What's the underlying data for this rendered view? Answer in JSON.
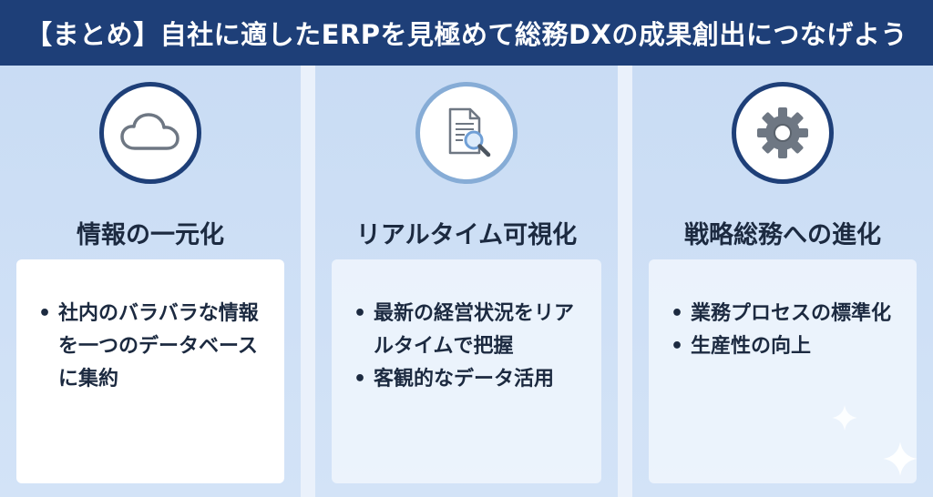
{
  "header": {
    "title": "【まとめ】自社に適したERPを見極めて総務DXの成果創出につなげよう"
  },
  "columns": [
    {
      "icon": "cloud-icon",
      "title": "情報の一元化",
      "bullets": [
        "社内のバラバラな情報を一つのデータベースに集約"
      ]
    },
    {
      "icon": "document-search-icon",
      "title": "リアルタイム可視化",
      "bullets": [
        "最新の経営状況をリアルタイムで把握",
        "客観的なデータ活用"
      ]
    },
    {
      "icon": "gear-icon",
      "title": "戦略総務への進化",
      "bullets": [
        "業務プロセスの標準化",
        "生産性の向上"
      ]
    }
  ],
  "colors": {
    "header_bg": "#1e3f78",
    "column_bg": "#c9dcf4",
    "ring": "#1e3f78",
    "ring_light": "#86acd6",
    "icon_gray": "#6e7783",
    "magnifier_blue": "#6f9fd6"
  }
}
